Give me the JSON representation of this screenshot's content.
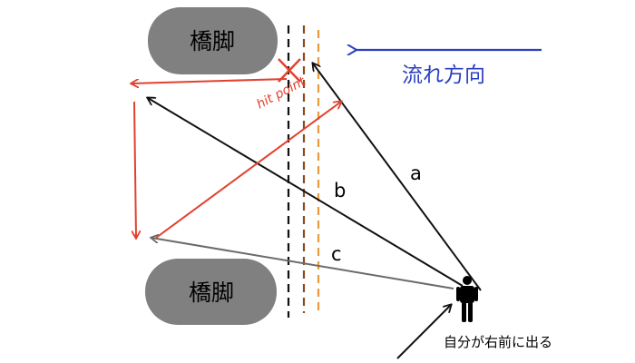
{
  "piers": {
    "top_label": "橋脚",
    "bottom_label": "橋脚",
    "fill": "#808080"
  },
  "flow": {
    "label": "流れ方向",
    "color": "#2a3fbf"
  },
  "arrows": {
    "a_label": "a",
    "b_label": "b",
    "c_label": "c",
    "color_black": "#111111",
    "color_red": "#e2412e",
    "color_gray": "#6b6b6b"
  },
  "hit_point": {
    "label": "hit point",
    "color": "#e2412e"
  },
  "dashed_lines": {
    "colors": [
      "#111111",
      "#8b4a1c",
      "#e89a3c"
    ]
  },
  "person": {
    "label": "自分が右前に出る"
  }
}
